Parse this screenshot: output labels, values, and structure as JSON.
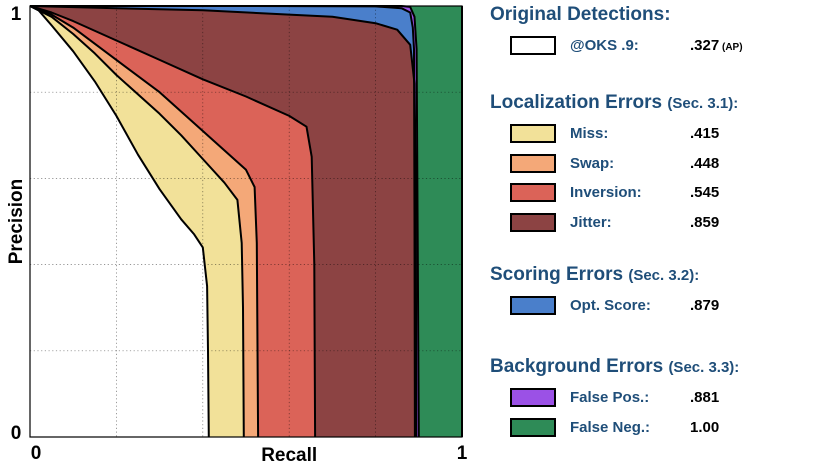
{
  "chart_data": {
    "type": "area",
    "xlabel": "Recall",
    "ylabel": "Precision",
    "xlim": [
      0,
      1
    ],
    "ylim": [
      0,
      1
    ],
    "x_tick_labels": [
      "0",
      "1"
    ],
    "y_tick_labels": [
      "0",
      "1"
    ],
    "grid": true,
    "legend_position": "right",
    "series": [
      {
        "name": "@OKS .9:",
        "value": ".327",
        "unit": "(AP)",
        "color": "#ffffff",
        "points": [
          [
            0,
            1
          ],
          [
            0.02,
            0.99
          ],
          [
            0.05,
            0.955
          ],
          [
            0.1,
            0.895
          ],
          [
            0.15,
            0.825
          ],
          [
            0.2,
            0.745
          ],
          [
            0.25,
            0.655
          ],
          [
            0.3,
            0.575
          ],
          [
            0.35,
            0.505
          ],
          [
            0.38,
            0.47
          ],
          [
            0.4,
            0.44
          ],
          [
            0.41,
            0.35
          ],
          [
            0.412,
            0.2
          ],
          [
            0.414,
            0
          ]
        ]
      },
      {
        "name": "Miss:",
        "value": ".415",
        "unit": "",
        "color": "#f2e199",
        "points": [
          [
            0,
            1
          ],
          [
            0.05,
            0.975
          ],
          [
            0.1,
            0.935
          ],
          [
            0.15,
            0.89
          ],
          [
            0.2,
            0.84
          ],
          [
            0.3,
            0.75
          ],
          [
            0.35,
            0.7
          ],
          [
            0.4,
            0.645
          ],
          [
            0.45,
            0.59
          ],
          [
            0.48,
            0.55
          ],
          [
            0.49,
            0.45
          ],
          [
            0.493,
            0.3
          ],
          [
            0.495,
            0
          ]
        ]
      },
      {
        "name": "Swap:",
        "value": ".448",
        "unit": "",
        "color": "#f4a878",
        "points": [
          [
            0,
            1
          ],
          [
            0.05,
            0.98
          ],
          [
            0.1,
            0.95
          ],
          [
            0.2,
            0.875
          ],
          [
            0.3,
            0.8
          ],
          [
            0.4,
            0.71
          ],
          [
            0.45,
            0.665
          ],
          [
            0.5,
            0.62
          ],
          [
            0.52,
            0.58
          ],
          [
            0.525,
            0.45
          ],
          [
            0.528,
            0
          ]
        ]
      },
      {
        "name": "Inversion:",
        "value": ".545",
        "unit": "",
        "color": "#db6358",
        "points": [
          [
            0,
            1
          ],
          [
            0.05,
            0.985
          ],
          [
            0.1,
            0.965
          ],
          [
            0.2,
            0.92
          ],
          [
            0.3,
            0.875
          ],
          [
            0.4,
            0.83
          ],
          [
            0.5,
            0.79
          ],
          [
            0.6,
            0.745
          ],
          [
            0.64,
            0.72
          ],
          [
            0.652,
            0.65
          ],
          [
            0.658,
            0.4
          ],
          [
            0.66,
            0
          ]
        ]
      },
      {
        "name": "Jitter:",
        "value": ".859",
        "unit": "",
        "color": "#8c4343",
        "points": [
          [
            0,
            1
          ],
          [
            0.2,
            0.995
          ],
          [
            0.4,
            0.99
          ],
          [
            0.6,
            0.98
          ],
          [
            0.7,
            0.975
          ],
          [
            0.8,
            0.96
          ],
          [
            0.85,
            0.945
          ],
          [
            0.88,
            0.91
          ],
          [
            0.89,
            0.82
          ],
          [
            0.893,
            0.6
          ],
          [
            0.894,
            0
          ]
        ]
      },
      {
        "name": "Opt. Score:",
        "value": ".879",
        "unit": "",
        "color": "#4a7fcb",
        "points": [
          [
            0,
            1
          ],
          [
            0.5,
            1
          ],
          [
            0.8,
            0.999
          ],
          [
            0.86,
            0.995
          ],
          [
            0.88,
            0.985
          ],
          [
            0.886,
            0.95
          ],
          [
            0.889,
            0.9
          ],
          [
            0.89,
            0.5
          ],
          [
            0.891,
            0
          ]
        ]
      },
      {
        "name": "False Pos.:",
        "value": ".881",
        "unit": "",
        "color": "#9b51e6",
        "points": [
          [
            0,
            1
          ],
          [
            0.86,
            1
          ],
          [
            0.88,
            0.998
          ],
          [
            0.89,
            0.975
          ],
          [
            0.895,
            0.9
          ],
          [
            0.9,
            0
          ]
        ]
      },
      {
        "name": "False Neg.:",
        "value": "1.00",
        "unit": "",
        "color": "#2e8b57",
        "points": [
          [
            0,
            1
          ],
          [
            1,
            1
          ],
          [
            1,
            0
          ]
        ]
      }
    ]
  },
  "legend": {
    "sections": [
      {
        "title": "Original Detections:",
        "ref": "",
        "entries": [
          0
        ]
      },
      {
        "title": "Localization Errors ",
        "ref": "(Sec. 3.1):",
        "entries": [
          1,
          2,
          3,
          4
        ]
      },
      {
        "title": "Scoring Errors ",
        "ref": "(Sec. 3.2):",
        "entries": [
          5
        ]
      },
      {
        "title": "Background Errors ",
        "ref": "(Sec. 3.3):",
        "entries": [
          6,
          7
        ]
      }
    ]
  }
}
